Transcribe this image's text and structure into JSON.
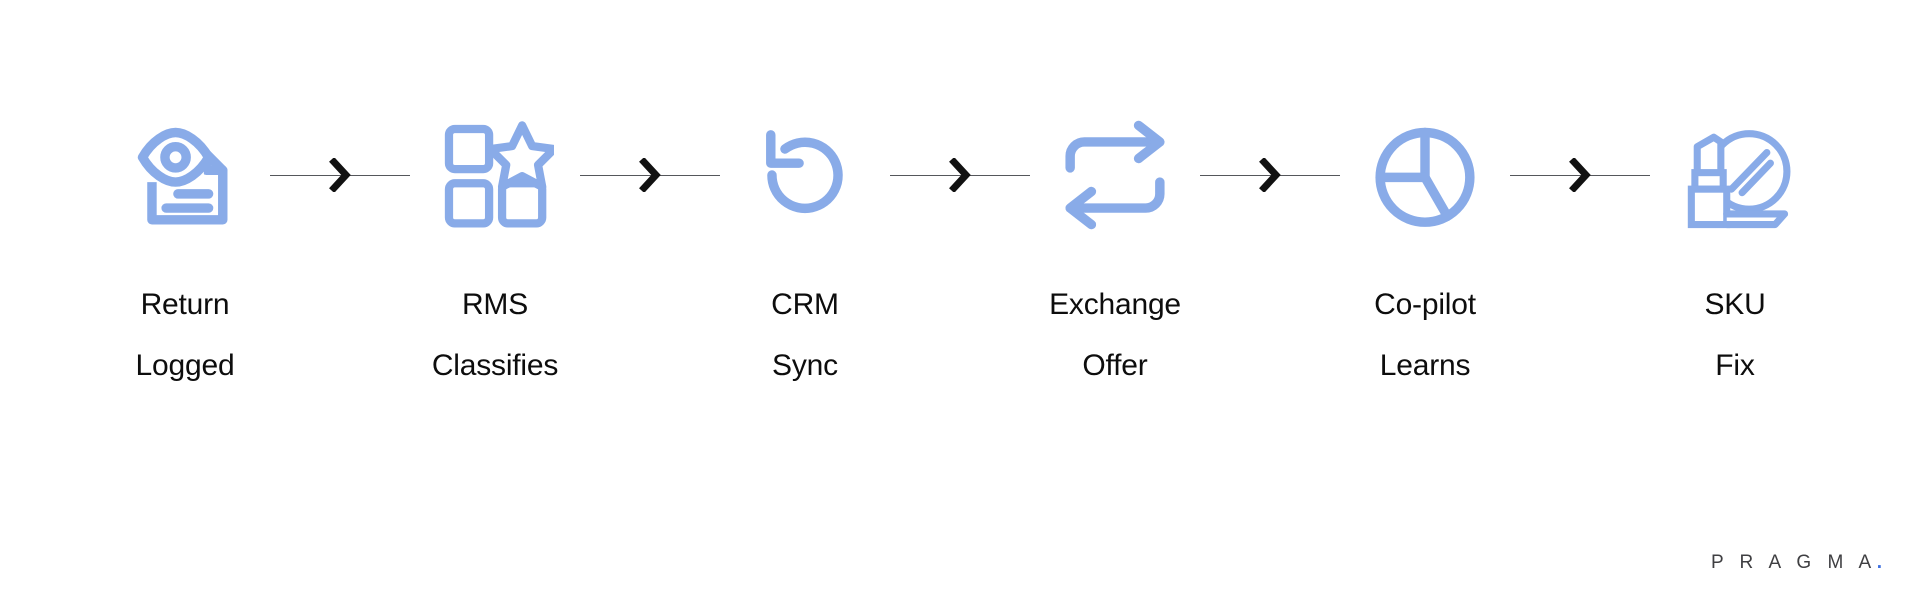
{
  "colors": {
    "icon_blue": "#89ABE8",
    "label_text": "#0d0d0d",
    "connector_line": "#55575b",
    "chevron": "#111111",
    "brand_text": "#3f3f42",
    "brand_dot": "#3d6fe0",
    "background": "#ffffff"
  },
  "diagram": {
    "type": "linear-process-flow",
    "step_count": 6,
    "connector_count": 5,
    "connector_glyph": "chevron-right"
  },
  "steps": [
    {
      "index": 1,
      "icon": "document-eye-icon",
      "icon_description": "document page with an eye",
      "label_line1": "Return",
      "label_line2": "Logged",
      "label_full": "Return Logged"
    },
    {
      "index": 2,
      "icon": "grid-star-icon",
      "icon_description": "two-by-two grid of squares with a star in the top-right cell",
      "label_line1": "RMS",
      "label_line2": "Classifies",
      "label_full": "RMS Classifies"
    },
    {
      "index": 3,
      "icon": "undo-circular-arrow-icon",
      "icon_description": "circular arrow pointing counter-clockwise (undo / refresh)",
      "label_line1": "CRM",
      "label_line2": "Sync",
      "label_full": "CRM Sync"
    },
    {
      "index": 4,
      "icon": "swap-arrows-icon",
      "icon_description": "two looping arrows exchanging direction (repeat / swap)",
      "label_line1": "Exchange",
      "label_line2": "Offer",
      "label_full": "Exchange Offer"
    },
    {
      "index": 5,
      "icon": "pie-chart-icon",
      "icon_description": "pie chart circle divided into segments",
      "label_line1": "Co-pilot",
      "label_line2": "Learns",
      "label_full": "Co-pilot Learns"
    },
    {
      "index": 6,
      "icon": "lipstick-mirror-icon",
      "icon_description": "lipstick tube beside a round compact mirror",
      "label_line1": "SKU",
      "label_line2": "Fix",
      "label_full": "SKU Fix"
    }
  ],
  "brand": {
    "name": "P R A G M A",
    "dot": "."
  }
}
